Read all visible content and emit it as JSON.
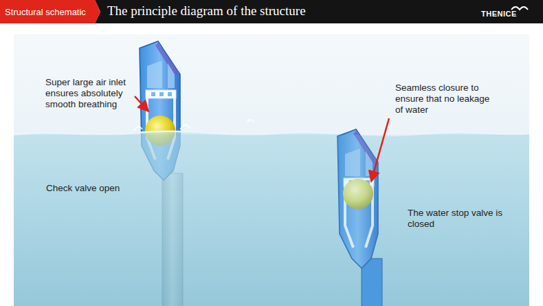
{
  "diagram": {
    "title": "The principle diagram of the structure",
    "nodes": [
      {
        "text": [
          "Structural schematic"
        ]
      }
    ],
    "labels": [
      "THENICE",
      "Super large air inlet ensures absolutely smooth breathing",
      "Check valve open",
      "Seamless closure to ensure that no leakage of water",
      "The water stop valve is closed"
    ]
  }
}
